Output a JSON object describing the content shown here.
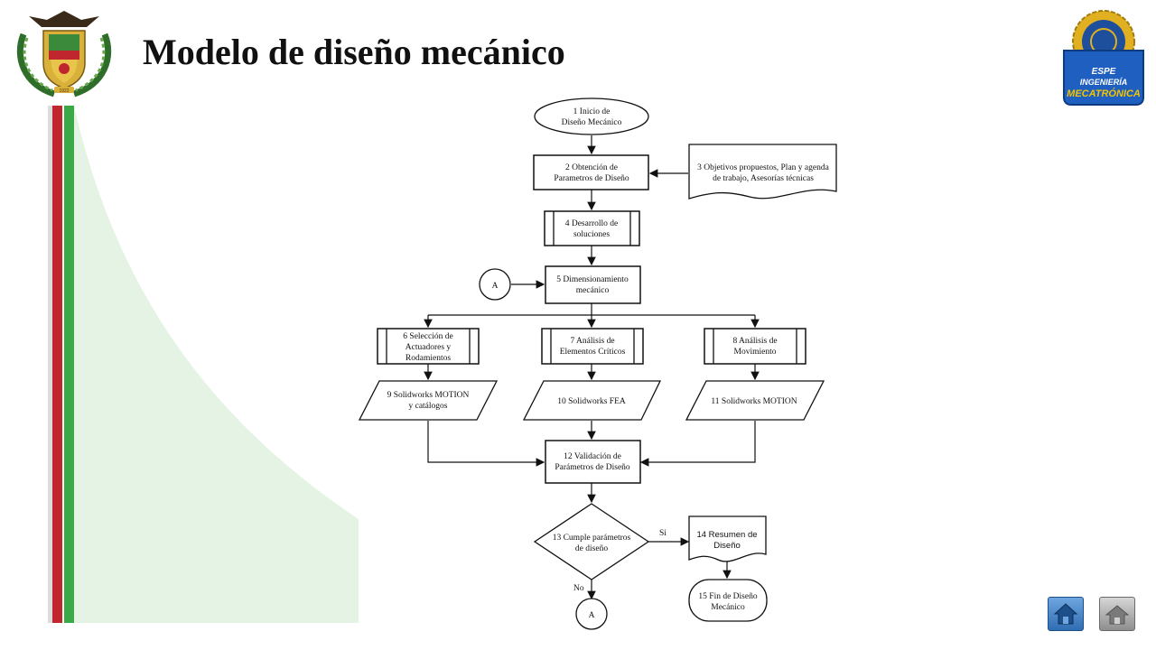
{
  "title": "Modelo de diseño mecánico",
  "colors": {
    "red_stripe": "#c0262d",
    "green_stripe": "#3aaa47",
    "panel": "#e4f3e4",
    "home_blue": "#3a7bc8"
  },
  "logo": {
    "line1": "ESPE",
    "line2": "INGENIERÍA",
    "line3": "MECATRÓNICA"
  },
  "crest": {
    "year": "1922"
  },
  "nav": {
    "home_icon": "house-icon",
    "alt_icon": "house-icon"
  },
  "flow": {
    "n1": [
      "1    Inicio de",
      "Diseño Mecánico"
    ],
    "n2": [
      "2    Obtención de",
      "Parametros de Diseño"
    ],
    "n3": [
      "3 Objetivos propuestos, Plan y agenda",
      "de trabajo, Asesorías técnicas"
    ],
    "n4": [
      "4  Desarrollo de",
      "soluciones"
    ],
    "nA": "A",
    "n5": [
      "5  Dimensionamiento",
      "mecánico"
    ],
    "n6": [
      "6  Selección de",
      "Actuadores y",
      "Rodamientos"
    ],
    "n7": [
      "7 Análisis de",
      "Elementos Críticos"
    ],
    "n8": [
      "8  Análisis de",
      "Movimiento"
    ],
    "n9": [
      "9 Solidworks MOTION",
      "y catálogos"
    ],
    "n10": "10 Solidworks FEA",
    "n11": "11 Solidworks MOTION",
    "n12": [
      "12 Validación de",
      "Parámetros de Diseño"
    ],
    "n13": [
      "13 Cumple parámetros",
      "de diseño"
    ],
    "yes": "Si",
    "no": "No",
    "n14": [
      "14 Resumen de",
      "Diseño"
    ],
    "n15": [
      "15 Fin de Diseño",
      "Mecánico"
    ],
    "nA2": "A"
  }
}
